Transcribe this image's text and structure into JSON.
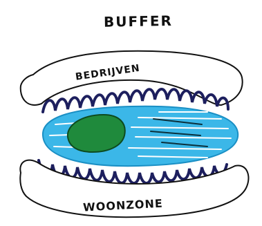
{
  "diagram": {
    "title": "BUFFER",
    "top_zone_label": "BEDRIJVEN",
    "bottom_zone_label": "WOONZONE"
  },
  "colors": {
    "outline": "#111111",
    "wave": "#1d1f5e",
    "water": "#3bb7e8",
    "water_stroke": "#ffffff",
    "green": "#1f8a3c",
    "dark_stroke": "#0b2f3a"
  },
  "icons": {
    "green_area": "green-blob-icon",
    "water_body": "water-body-icon"
  }
}
